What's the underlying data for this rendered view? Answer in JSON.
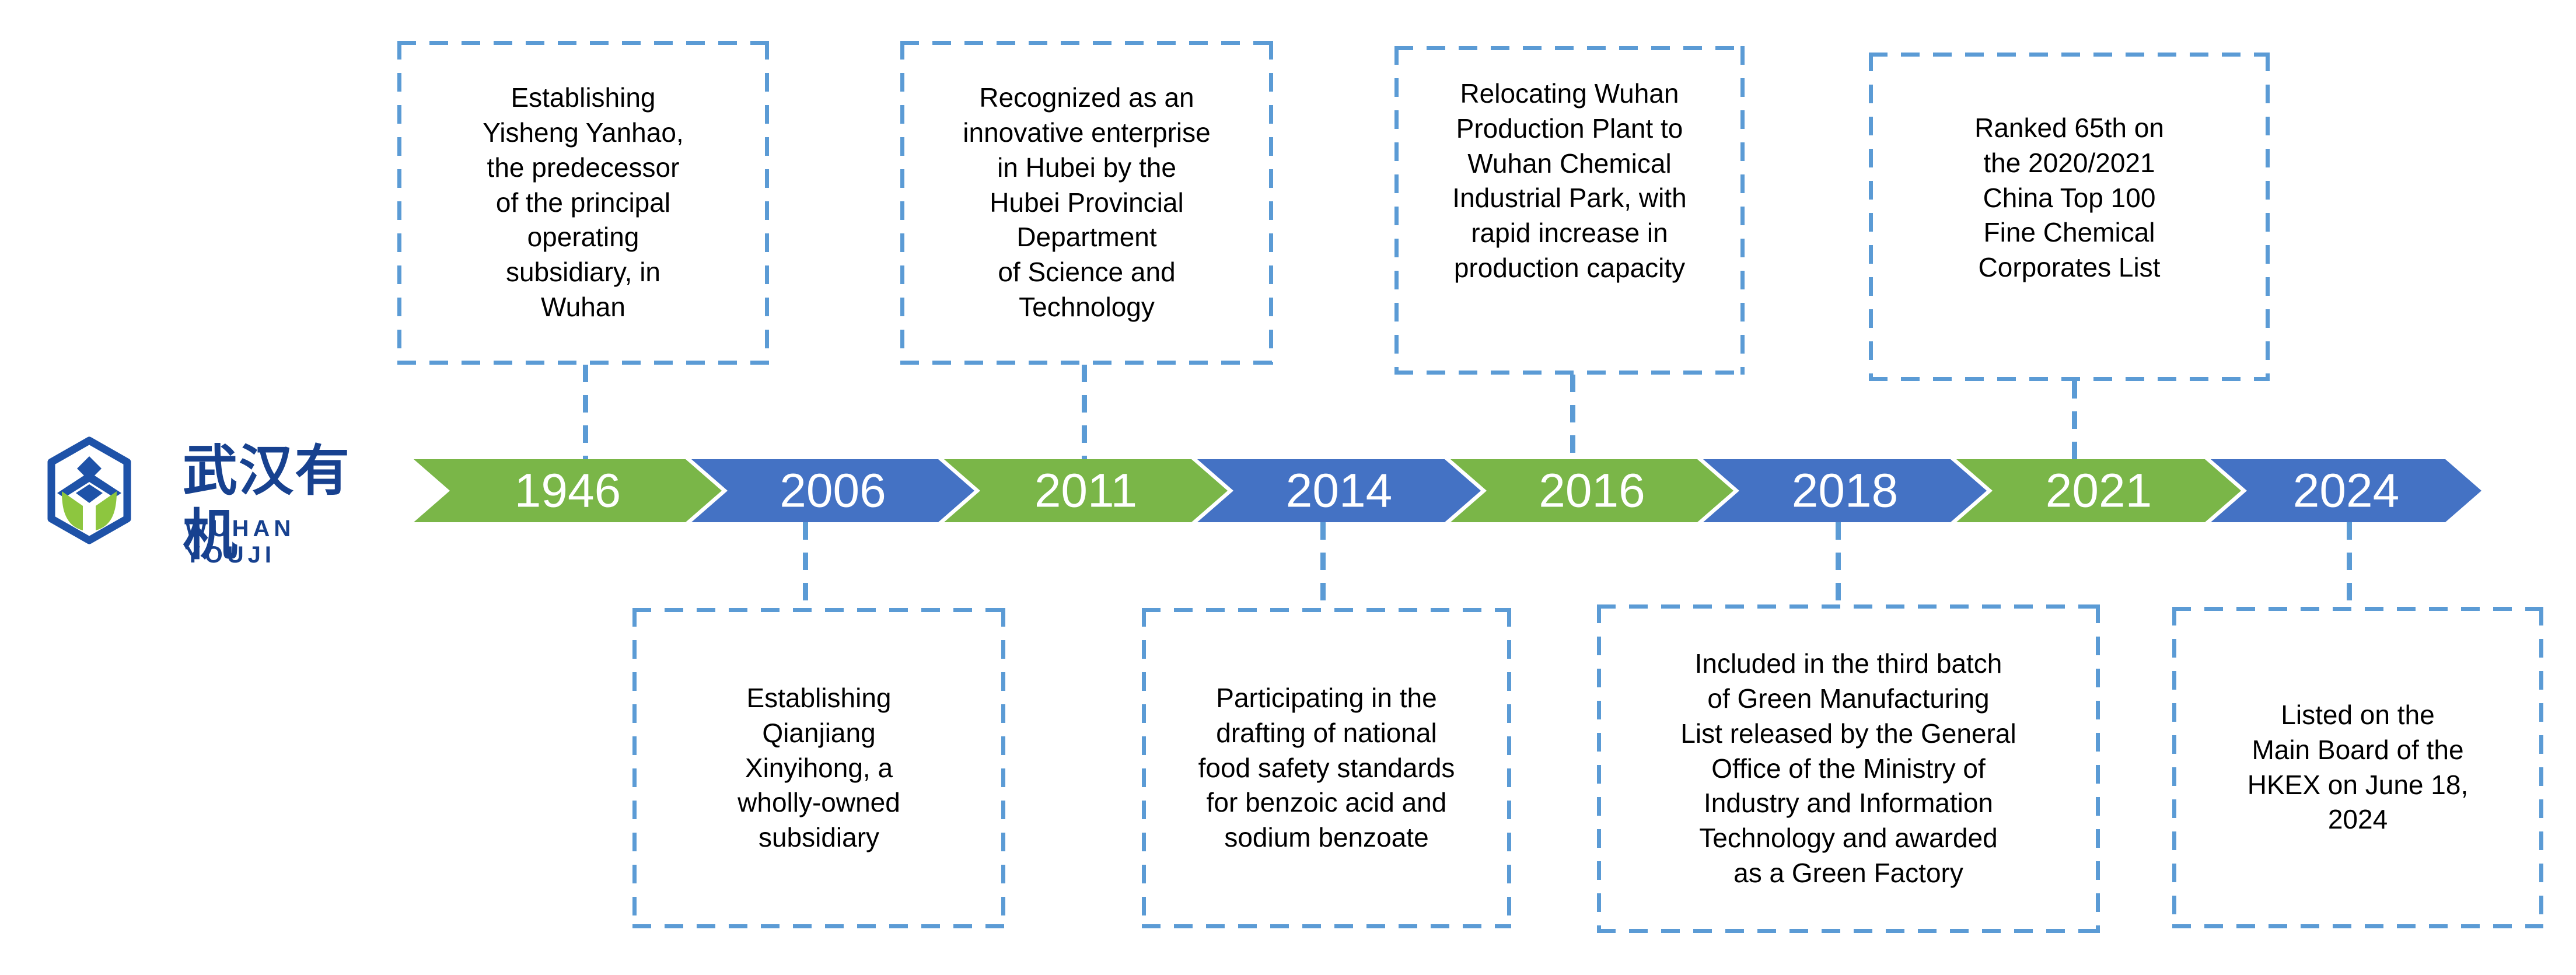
{
  "logo": {
    "cn": "武汉有机",
    "en": "WUHAN YOUJI"
  },
  "palette": {
    "green": "#7AB648",
    "blue": "#4472C4",
    "dash": "#5B9BD5",
    "logo_blue": "#1E52A8",
    "logo_text_blue": "#17418F",
    "logo_green": "#8DC63F",
    "year_text": "#FFFFFF",
    "body_text": "#000000",
    "background": "#FFFFFF"
  },
  "timeline": {
    "years": [
      "1946",
      "2006",
      "2011",
      "2014",
      "2016",
      "2018",
      "2021",
      "2024"
    ],
    "colors": [
      "green",
      "blue",
      "green",
      "blue",
      "green",
      "blue",
      "green",
      "blue"
    ]
  },
  "milestones": [
    {
      "year": "1946",
      "position": "above",
      "lines": [
        "Establishing",
        "Yisheng Yanhao,",
        "the predecessor",
        "of the principal",
        "operating",
        "subsidiary, in",
        "Wuhan"
      ]
    },
    {
      "year": "2006",
      "position": "below",
      "lines": [
        "Establishing",
        "Qianjiang",
        "Xinyihong, a",
        "wholly-owned",
        "subsidiary"
      ]
    },
    {
      "year": "2011",
      "position": "above",
      "lines": [
        "Recognized as an",
        "innovative enterprise",
        "in Hubei by the",
        "Hubei Provincial",
        "Department",
        "of Science and",
        "Technology"
      ]
    },
    {
      "year": "2014",
      "position": "below",
      "lines": [
        "Participating in the",
        "drafting of national",
        "food safety standards",
        "for benzoic acid and",
        "sodium benzoate"
      ]
    },
    {
      "year": "2016",
      "position": "above",
      "lines": [
        "Relocating Wuhan",
        "Production Plant to",
        "Wuhan Chemical",
        "Industrial Park, with",
        "rapid increase in",
        "production capacity"
      ]
    },
    {
      "year": "2018",
      "position": "below",
      "lines": [
        "Included in the third batch",
        "of Green Manufacturing",
        "List released by the General",
        "Office of the Ministry of",
        "Industry and Information",
        "Technology and awarded",
        "as a Green Factory"
      ]
    },
    {
      "year": "2021",
      "position": "above",
      "lines": [
        "Ranked 65th on",
        "the 2020/2021",
        "China Top 100",
        "Fine Chemical",
        "Corporates List"
      ]
    },
    {
      "year": "2024",
      "position": "below",
      "lines": [
        "Listed on the",
        "Main Board of the",
        "HKEX on June 18,",
        "2024"
      ]
    }
  ]
}
